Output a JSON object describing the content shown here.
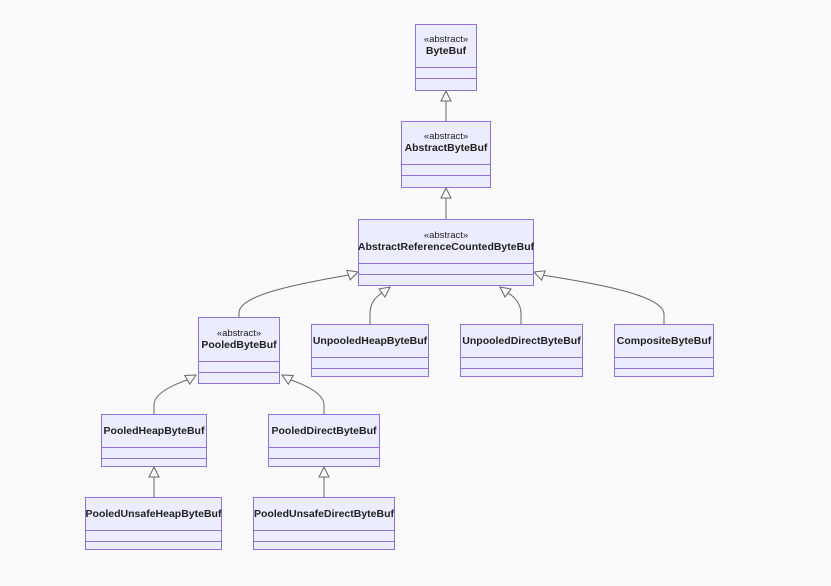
{
  "diagram": {
    "classes": [
      {
        "id": "ByteBuf",
        "stereotype": "«abstract»",
        "name": "ByteBuf"
      },
      {
        "id": "AbstractByteBuf",
        "stereotype": "«abstract»",
        "name": "AbstractByteBuf"
      },
      {
        "id": "AbstractReferenceCountedByteBuf",
        "stereotype": "«abstract»",
        "name": "AbstractReferenceCountedByteBuf"
      },
      {
        "id": "PooledByteBuf",
        "stereotype": "«abstract»",
        "name": "PooledByteBuf"
      },
      {
        "id": "UnpooledHeapByteBuf",
        "stereotype": "",
        "name": "UnpooledHeapByteBuf"
      },
      {
        "id": "UnpooledDirectByteBuf",
        "stereotype": "",
        "name": "UnpooledDirectByteBuf"
      },
      {
        "id": "CompositeByteBuf",
        "stereotype": "",
        "name": "CompositeByteBuf"
      },
      {
        "id": "PooledHeapByteBuf",
        "stereotype": "",
        "name": "PooledHeapByteBuf"
      },
      {
        "id": "PooledDirectByteBuf",
        "stereotype": "",
        "name": "PooledDirectByteBuf"
      },
      {
        "id": "PooledUnsafeHeapByteBuf",
        "stereotype": "",
        "name": "PooledUnsafeHeapByteBuf"
      },
      {
        "id": "PooledUnsafeDirectByteBuf",
        "stereotype": "",
        "name": "PooledUnsafeDirectByteBuf"
      }
    ],
    "inheritance": [
      {
        "child": "AbstractByteBuf",
        "parent": "ByteBuf"
      },
      {
        "child": "AbstractReferenceCountedByteBuf",
        "parent": "AbstractByteBuf"
      },
      {
        "child": "PooledByteBuf",
        "parent": "AbstractReferenceCountedByteBuf"
      },
      {
        "child": "UnpooledHeapByteBuf",
        "parent": "AbstractReferenceCountedByteBuf"
      },
      {
        "child": "UnpooledDirectByteBuf",
        "parent": "AbstractReferenceCountedByteBuf"
      },
      {
        "child": "CompositeByteBuf",
        "parent": "AbstractReferenceCountedByteBuf"
      },
      {
        "child": "PooledHeapByteBuf",
        "parent": "PooledByteBuf"
      },
      {
        "child": "PooledDirectByteBuf",
        "parent": "PooledByteBuf"
      },
      {
        "child": "PooledUnsafeHeapByteBuf",
        "parent": "PooledHeapByteBuf"
      },
      {
        "child": "PooledUnsafeDirectByteBuf",
        "parent": "PooledDirectByteBuf"
      }
    ],
    "colors": {
      "background": "#fafafc",
      "class_fill": "#ececff",
      "class_border": "#9370db",
      "edge": "#666666",
      "text": "#222222"
    }
  }
}
